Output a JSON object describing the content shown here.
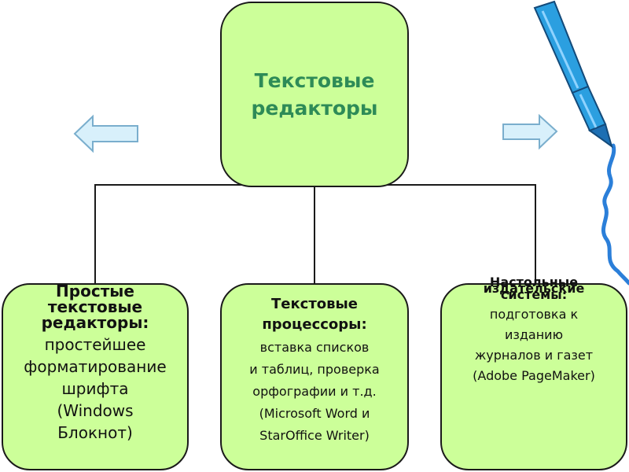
{
  "root": {
    "title_line1": "Текстовые",
    "title_line2": "редакторы"
  },
  "boxes": [
    {
      "heading": [
        "Простые",
        "текстовые",
        "редакторы:"
      ],
      "body": [
        "простейшее",
        "форматирование",
        "шрифта",
        "(Windows",
        "Блокнот)"
      ]
    },
    {
      "heading": [
        "Текстовые",
        "процессоры:"
      ],
      "body": [
        "вставка списков",
        "и таблиц, проверка",
        "орфографии и т.д.",
        "(Microsoft Word и",
        "StarOffice Writer)"
      ]
    },
    {
      "heading": [
        "Настольные",
        "издательские",
        "системы:"
      ],
      "body": [
        "подготовка к",
        "изданию",
        "журналов и газет",
        "(Adobe PageMaker)"
      ]
    }
  ],
  "colors": {
    "box_fill": "#ccff99",
    "title_text": "#2e8b57",
    "arrow_fill": "#d8f0fb",
    "arrow_stroke": "#7aaecd",
    "pen": "#2b9fe0"
  },
  "icons": [
    "left-arrow-icon",
    "right-arrow-icon",
    "pen-icon"
  ]
}
